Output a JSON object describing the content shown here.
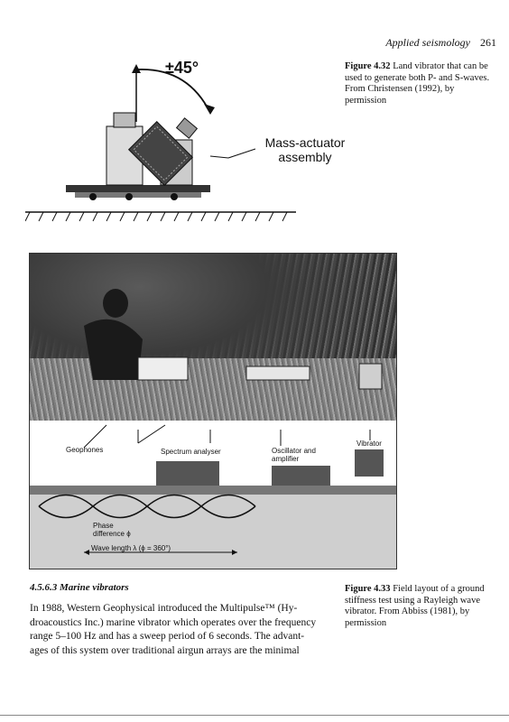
{
  "header": {
    "title": "Applied seismology",
    "page_number": "261"
  },
  "figure_432": {
    "angle_label": "±45°",
    "callout": [
      "Mass-actuator",
      "assembly"
    ],
    "caption_label": "Figure 4.32",
    "caption_text": "Land vibrator that can be used to generate both P- and S-waves. From Christensen (1992), by permission"
  },
  "figure_433": {
    "labels": {
      "geophones": "Geophones",
      "spectrum": "Spectrum analyser",
      "oscillator": [
        "Oscillator and",
        "amplifier"
      ],
      "vibrator": "Vibrator",
      "phase": [
        "Phase",
        "difference ϕ"
      ],
      "wavelength": "Wave length λ (ϕ = 360°)"
    },
    "caption_label": "Figure 4.33",
    "caption_text": "Field layout of a ground stiffness test using a Rayleigh wave vibrator. From Abbiss (1981), by permission"
  },
  "section": {
    "number": "4.5.6.3",
    "title": "Marine vibrators"
  },
  "body_lines": [
    "In 1988, Western Geophysical introduced the Multipulse™ (Hy-",
    "droacoustics Inc.) marine vibrator which operates over the frequency",
    "range 5–100 Hz and has a sweep period of 6 seconds. The advant-",
    "ages of this system over traditional airgun arrays are the minimal"
  ]
}
